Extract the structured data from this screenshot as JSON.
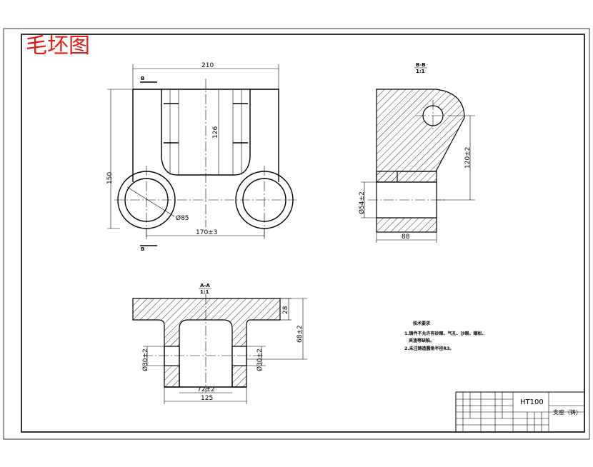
{
  "stamp_title": "毛坯图",
  "views": {
    "section_bb": {
      "label": "B-B",
      "scale": "1:1"
    },
    "section_aa": {
      "label": "A-A",
      "scale": "1:1"
    },
    "cut_marker": "B"
  },
  "dimensions": {
    "front": {
      "width": "210",
      "height": "150",
      "inner_height": "126",
      "hole_dia": "Ø85",
      "center_distance": "170±3"
    },
    "side": {
      "height": "120±2",
      "bore": "Ø54±2",
      "width": "88"
    },
    "bottom": {
      "flange_thk": "28",
      "total_height": "68±2",
      "left_dia": "Ø30±2",
      "right_dia": "Ø30±2",
      "inner": "72±2",
      "outer": "125"
    }
  },
  "notes": {
    "title": "技术要求",
    "line1": "1.铸件不允许有砂眼、气孔、沙眼、缩松、",
    "line1b": "夹渣等缺陷。",
    "line2": "2.未注铸造圆角半径R3。"
  },
  "title_block": {
    "material": "HT100",
    "part_name": "支座（铸）"
  }
}
